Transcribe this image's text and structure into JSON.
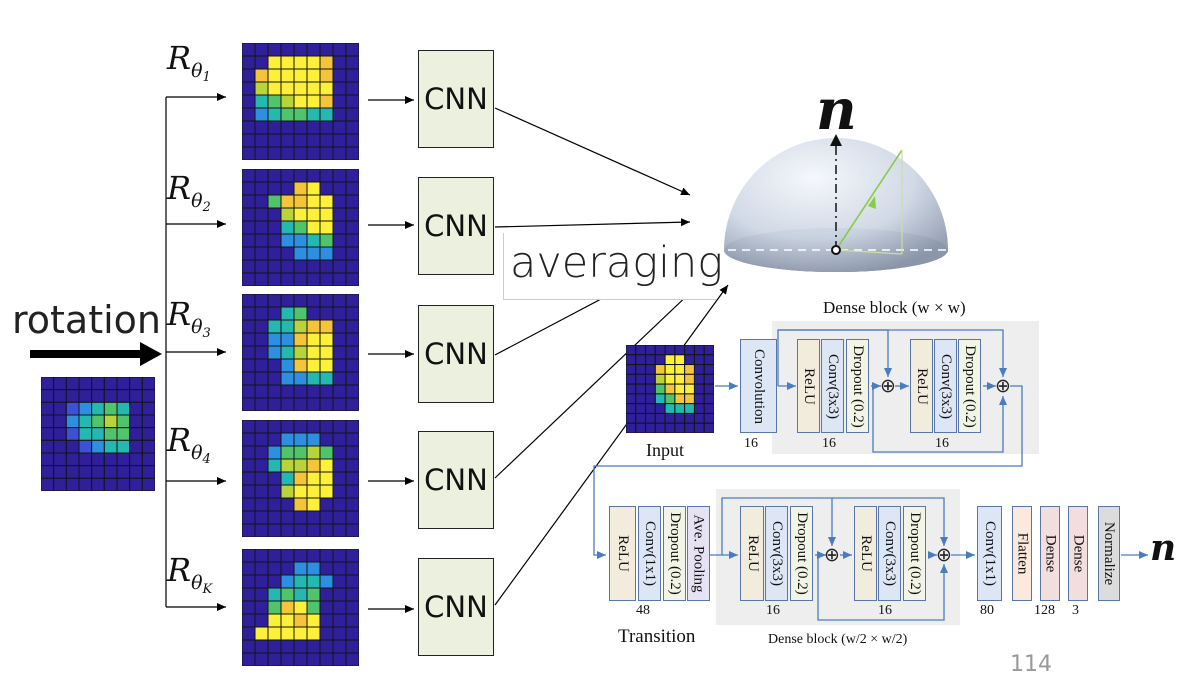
{
  "labels": {
    "rotation": "rotation",
    "averaging": "averaging",
    "normal_symbol": "n",
    "output_symbol": "n",
    "input": "Input",
    "transition": "Transition",
    "dense_block_top": "Dense block (w × w)",
    "dense_block_bottom": "Dense block (w/2 × w/2)",
    "page_number": "114"
  },
  "rotation_labels": [
    {
      "base": "R",
      "sub": "θ",
      "subsub": "1"
    },
    {
      "base": "R",
      "sub": "θ",
      "subsub": "2"
    },
    {
      "base": "R",
      "sub": "θ",
      "subsub": "3"
    },
    {
      "base": "R",
      "sub": "θ",
      "subsub": "4"
    },
    {
      "base": "R",
      "sub": "θ",
      "subsub": "K"
    }
  ],
  "cnn_label": "CNN",
  "network": {
    "row1": [
      {
        "label": "Convolution",
        "color": "#dde6f5"
      },
      {
        "label": "ReLU",
        "color": "#f2ecdc"
      },
      {
        "label": "Conv(3x3)",
        "color": "#dde6f5"
      },
      {
        "label": "Dropout (0.2)",
        "color": "#f2f5e6"
      },
      {
        "label": "ReLU",
        "color": "#f2ecdc"
      },
      {
        "label": "Conv(3x3)",
        "color": "#dde6f5"
      },
      {
        "label": "Dropout (0.2)",
        "color": "#f2f5e6"
      }
    ],
    "row2": [
      {
        "label": "ReLU",
        "color": "#f2ecdc"
      },
      {
        "label": "Conv(1x1)",
        "color": "#dde6f5"
      },
      {
        "label": "Dropout (0.2)",
        "color": "#f2f5e6"
      },
      {
        "label": "Ave. Pooling",
        "color": "#e6e2f3"
      },
      {
        "label": "ReLU",
        "color": "#f2ecdc"
      },
      {
        "label": "Conv(3x3)",
        "color": "#dde6f5"
      },
      {
        "label": "Dropout (0.2)",
        "color": "#f2f5e6"
      },
      {
        "label": "ReLU",
        "color": "#f2ecdc"
      },
      {
        "label": "Conv(3x3)",
        "color": "#dde6f5"
      },
      {
        "label": "Dropout (0.2)",
        "color": "#f2f5e6"
      },
      {
        "label": "Conv(1x1)",
        "color": "#dde6f5"
      },
      {
        "label": "Flatten",
        "color": "#fbe9de"
      },
      {
        "label": "Dense",
        "color": "#f3dede"
      },
      {
        "label": "Dense",
        "color": "#f3dede"
      },
      {
        "label": "Normalize",
        "color": "#dcdcdc"
      }
    ],
    "numbers_row1": [
      "16",
      "16",
      "16"
    ],
    "numbers_row2": [
      "48",
      "16",
      "16",
      "80",
      "128",
      "3"
    ],
    "plus_symbol": "⊕"
  },
  "colors": {
    "grid_bg": "#2f1f9a",
    "grid_line": "#141414",
    "flow_line": "#4a7cc0",
    "cnn_fill": "#ecf0de",
    "arrow": "#000000"
  }
}
